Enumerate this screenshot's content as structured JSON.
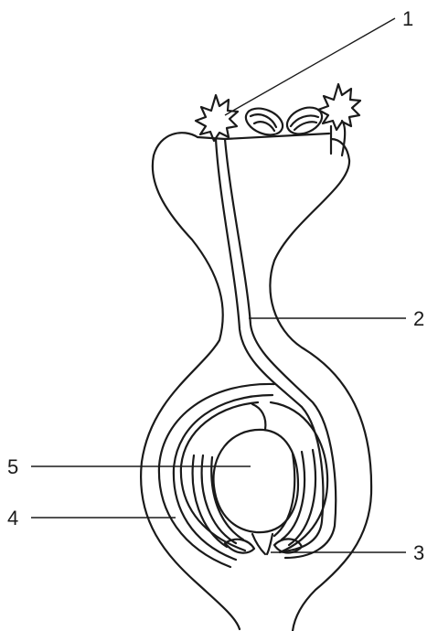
{
  "labels": {
    "l1": "1",
    "l2": "2",
    "l3": "3",
    "l4": "4",
    "l5": "5"
  },
  "colors": {
    "ink": "#1a1a1a",
    "background": "#ffffff"
  }
}
